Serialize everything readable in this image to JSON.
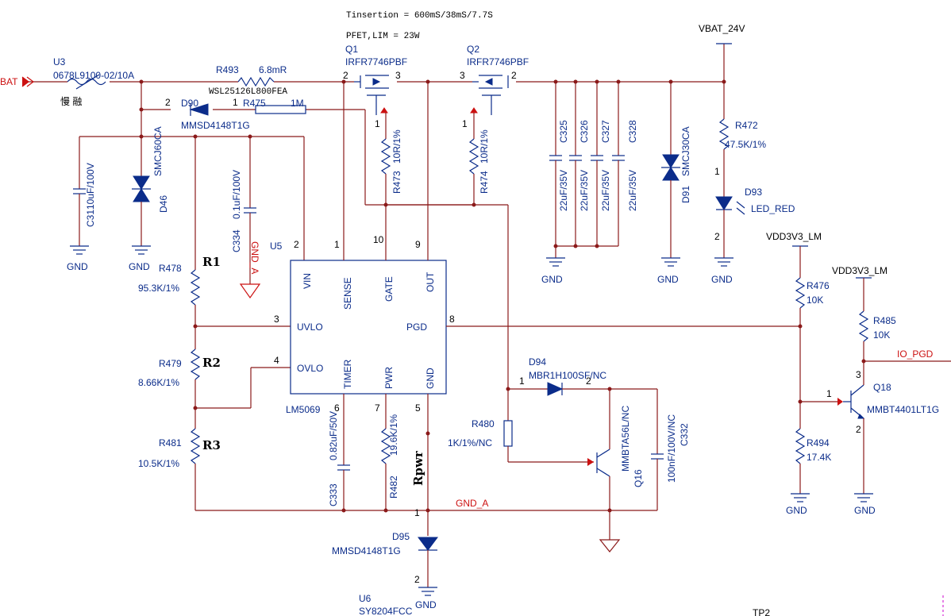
{
  "notes": {
    "tinsertion": "Tinsertion  =  600mS/38mS/7.7S",
    "pfet_lim": "PFET,LIM = 23W"
  },
  "nets": {
    "vbat_in": "BAT",
    "vbat_24v": "VBAT_24V",
    "vdd3v3_a": "VDD3V3_LM",
    "vdd3v3_b": "VDD3V3_LM",
    "io_pgd": "IO_PGD",
    "gnd_a_net": "GND_A",
    "gnd_a_vert": "GND_A",
    "gnd": "GND"
  },
  "components": {
    "u3": {
      "ref": "U3",
      "value": "0678L9100-02/10A",
      "note": "慢   融"
    },
    "r493": {
      "ref": "R493",
      "value": "6.8mR",
      "pkg": "WSL25126L800FEA"
    },
    "q1": {
      "ref": "Q1",
      "value": "IRFR7746PBF"
    },
    "q2": {
      "ref": "Q2",
      "value": "IRFR7746PBF"
    },
    "d90": {
      "ref": "D90",
      "value": "MMSD4148T1G"
    },
    "r475": {
      "ref": "R475",
      "value": "1M"
    },
    "c31": {
      "ref": "C31",
      "value": "10uF/100V"
    },
    "d46": {
      "ref": "D46",
      "value": "SMCJ60CA"
    },
    "c334": {
      "ref": "C334",
      "value": "0.1uF/100V"
    },
    "r473": {
      "ref": "R473",
      "value": "10R/1%"
    },
    "r474": {
      "ref": "R474",
      "value": "10R/1%"
    },
    "c325": {
      "ref": "C325",
      "value": "22uF/35V"
    },
    "c326": {
      "ref": "C326",
      "value": "22uF/35V"
    },
    "c327": {
      "ref": "C327",
      "value": "22uF/35V"
    },
    "c328": {
      "ref": "C328",
      "value": "22uF/35V"
    },
    "d91": {
      "ref": "D91",
      "value": "SMCJ30CA"
    },
    "r472": {
      "ref": "R472",
      "value": "47.5K/1%"
    },
    "d93": {
      "ref": "D93",
      "value": "LED_RED"
    },
    "r478": {
      "ref": "R478",
      "value": "95.3K/1%",
      "tag": "R1"
    },
    "r479": {
      "ref": "R479",
      "value": "8.66K/1%",
      "tag": "R2"
    },
    "r481": {
      "ref": "R481",
      "value": "10.5K/1%",
      "tag": "R3"
    },
    "u5": {
      "ref": "U5",
      "value": "LM5069"
    },
    "c333": {
      "ref": "C333",
      "value": "0.82uF/50V"
    },
    "r482": {
      "ref": "R482",
      "value": "19.6K/1%",
      "tag": "Rpwr"
    },
    "d94": {
      "ref": "D94",
      "value": "MBR1H100SF/NC"
    },
    "r480": {
      "ref": "R480",
      "value": "1K/1%/NC"
    },
    "q16": {
      "ref": "Q16",
      "value": "MMBTA56L/NC"
    },
    "c332": {
      "ref": "C332",
      "value": "100nF/100V/NC"
    },
    "d95": {
      "ref": "D95",
      "value": "MMSD4148T1G"
    },
    "u6": {
      "ref": "U6",
      "value": "SY8204FCC"
    },
    "r476": {
      "ref": "R476",
      "value": "10K"
    },
    "r485": {
      "ref": "R485",
      "value": "10K"
    },
    "q18": {
      "ref": "Q18",
      "value": "MMBT4401LT1G"
    },
    "r494": {
      "ref": "R494",
      "value": "17.4K"
    },
    "tp2": {
      "ref": "TP2"
    }
  },
  "ic_pins": {
    "vin": "VIN",
    "sense": "SENSE",
    "gate": "GATE",
    "out": "OUT",
    "uvlo": "UVLO",
    "pgd": "PGD",
    "ovlo": "OVLO",
    "timer": "TIMER",
    "pwr": "PWR",
    "gnd": "GND"
  },
  "pin_numbers": {
    "vin": "2",
    "sense": "1",
    "gate": "10",
    "out": "9",
    "uvlo": "3",
    "pgd": "8",
    "ovlo": "4",
    "timer": "6",
    "pwr": "7",
    "gnd": "5"
  }
}
